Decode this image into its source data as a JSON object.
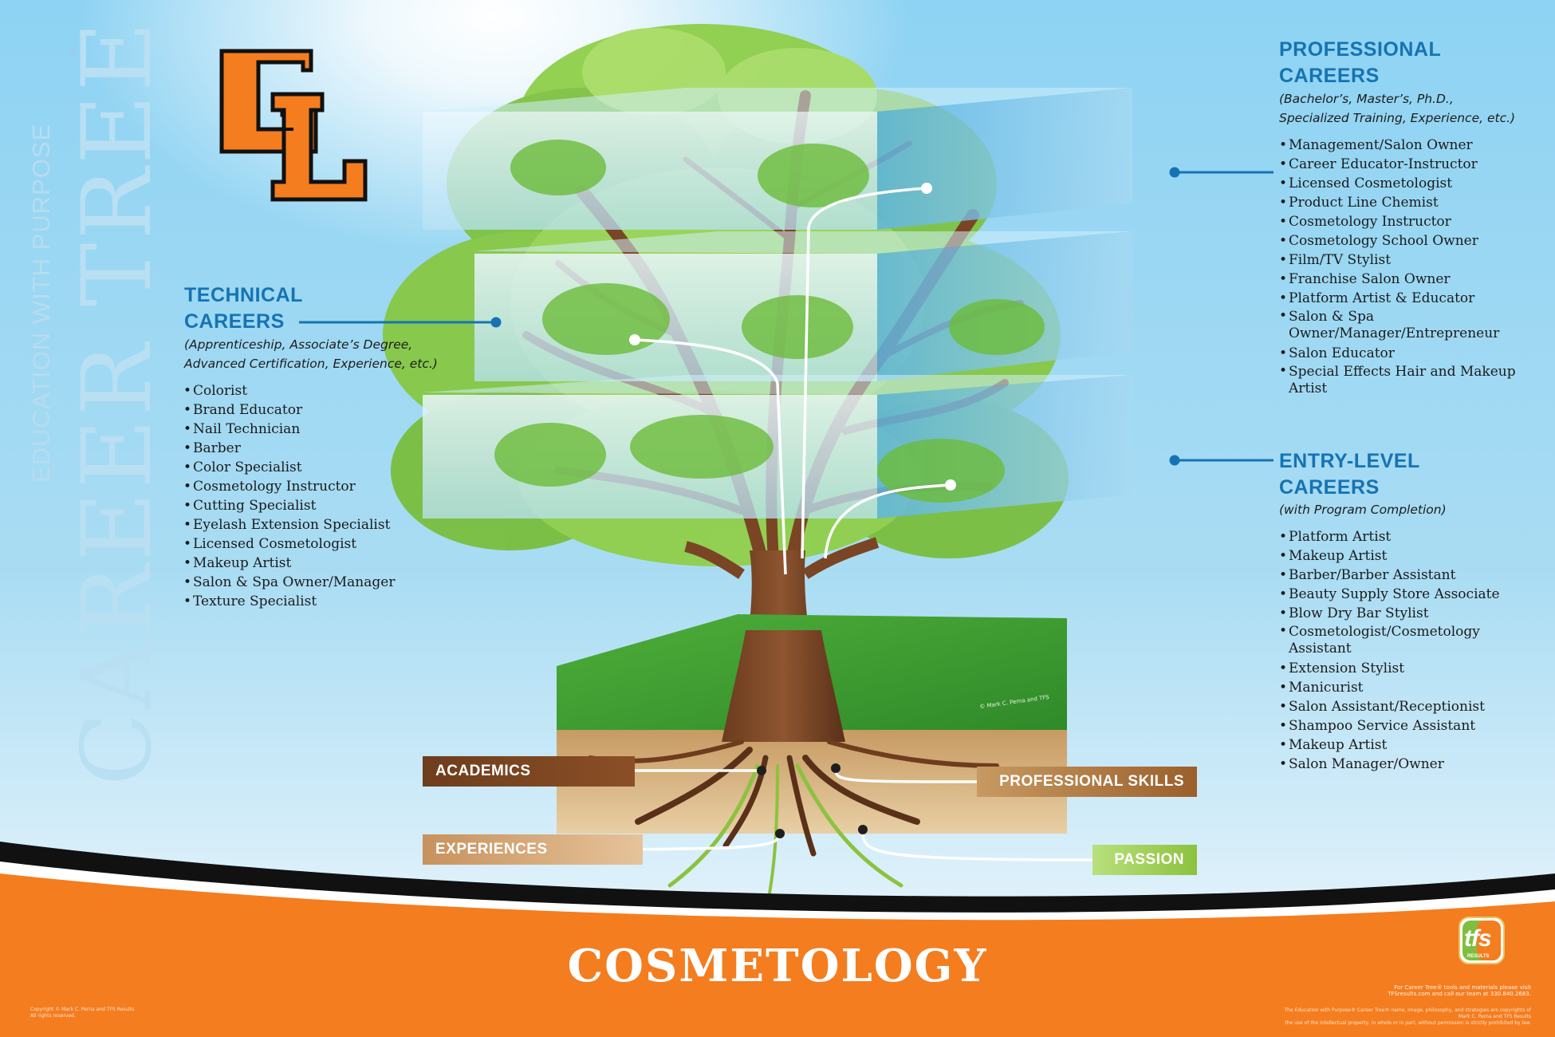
{
  "sidebar": {
    "career_tree": "CAREER TREE",
    "education": "EDUCATION WITH PURPOSE",
    "registered": "®"
  },
  "logo": {
    "letters": "GL",
    "color": "#f47d20"
  },
  "technical": {
    "title_1": "TECHNICAL",
    "title_2": "CAREERS",
    "sub_1": "(Apprenticeship, Associate’s Degree,",
    "sub_2": "Advanced Certification, Experience, etc.)",
    "items": [
      "Colorist",
      "Brand Educator",
      "Nail Technician",
      "Barber",
      "Color Specialist",
      "Cosmetology Instructor",
      "Cutting Specialist",
      "Eyelash Extension Specialist",
      "Licensed Cosmetologist",
      "Makeup Artist",
      "Salon & Spa Owner/Manager",
      "Texture Specialist"
    ]
  },
  "professional": {
    "title_1": "PROFESSIONAL",
    "title_2": "CAREERS",
    "sub_1": "(Bachelor’s, Master’s, Ph.D.,",
    "sub_2": "Specialized Training, Experience, etc.)",
    "items": [
      "Management/Salon Owner",
      "Career Educator-Instructor",
      "Licensed Cosmetologist",
      "Product Line Chemist",
      "Cosmetology Instructor",
      "Cosmetology School Owner",
      "Film/TV Stylist",
      "Franchise Salon Owner",
      "Platform Artist & Educator",
      "Salon & Spa Owner/Manager/Entrepreneur",
      "Salon Educator",
      "Special Effects Hair and Makeup Artist"
    ]
  },
  "entry": {
    "title_1": "ENTRY-LEVEL",
    "title_2": "CAREERS",
    "sub_1": "(with Program Completion)",
    "items": [
      "Platform Artist",
      "Makeup Artist",
      "Barber/Barber Assistant",
      "Beauty Supply Store Associate",
      "Blow Dry Bar Stylist",
      "Cosmetologist/Cosmetology Assistant",
      "Extension Stylist",
      "Manicurist",
      "Salon Assistant/Receptionist",
      "Shampoo Service Assistant",
      "Makeup Artist",
      "Salon Manager/Owner"
    ]
  },
  "roots": {
    "academics": "ACADEMICS",
    "professional_skills": "PROFESSIONAL SKILLS",
    "experiences": "EXPERIENCES",
    "passion": "PASSION"
  },
  "colors": {
    "accent_blue": "#1673b3",
    "footer_orange": "#f47d20",
    "academics": "#6e3d1d",
    "professional_skills": "#9b5f2b",
    "experiences": "#c7925e",
    "passion": "#8cc23f"
  },
  "footer": {
    "title": "COSMETOLOGY",
    "copyright_1": "Copyright © Mark C. Perna and TFS Results",
    "copyright_2": "All rights reserved.",
    "info_1": "For Career Tree® tools and materials please visit",
    "info_2": "TFSresults.com and call our team at 330.840.2683.",
    "legal_1": "The Education with Purpose® Career Tree® name, image, philosophy, and strategies are copyrights of Mark C. Perna and TFS Results",
    "legal_2": "the use of the intellectual property, in whole or in part, without permission is strictly prohibited by law.",
    "tree_credit": "© Mark C. Perna and TFS",
    "tfs_logo": "tfs",
    "tfs_sub": "RESULTS"
  }
}
